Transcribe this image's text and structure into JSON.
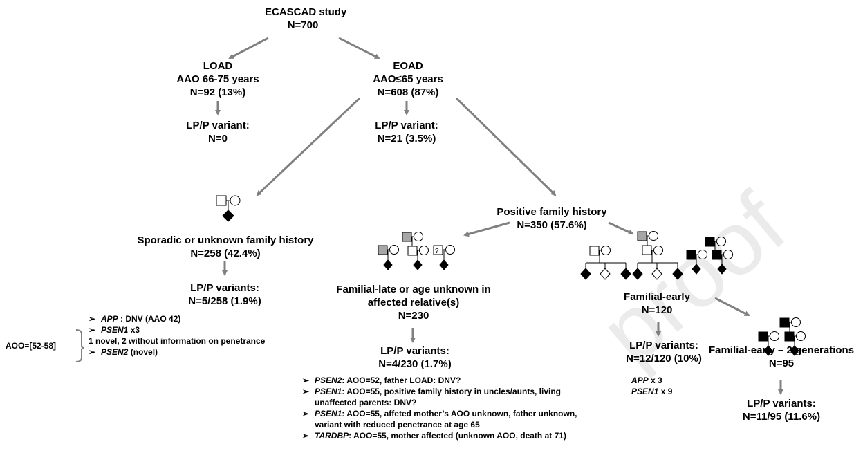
{
  "nodes": {
    "root": {
      "line1": "ECASCAD study",
      "line2": "N=700"
    },
    "load": {
      "line1": "LOAD",
      "line2": "AAO 66-75 years",
      "line3": "N=92 (13%)"
    },
    "load_var": {
      "line1": "LP/P variant:",
      "line2": "N=0"
    },
    "eoad": {
      "line1": "EOAD",
      "line2": "AAO≤65 years",
      "line3": "N=608 (87%)"
    },
    "eoad_var": {
      "line1": "LP/P variant:",
      "line2": "N=21 (3.5%)"
    },
    "sporadic": {
      "line1": "Sporadic or unknown family history",
      "line2": "N=258 (42.4%)"
    },
    "sporadic_var": {
      "line1": "LP/P variants:",
      "line2": "N=5/258 (1.9%)"
    },
    "positive": {
      "line1": "Positive family history",
      "line2": "N=350 (57.6%)"
    },
    "fam_late": {
      "line1": "Familial-late or age unknown in",
      "line2": "affected relative(s)",
      "line3": "N=230"
    },
    "fam_late_var": {
      "line1": "LP/P variants:",
      "line2": "N=4/230 (1.7%)"
    },
    "fam_early": {
      "line1": "Familial-early",
      "line2": "N=120"
    },
    "fam_early_var": {
      "line1": "LP/P variants:",
      "line2": "N=12/120 (10%)"
    },
    "fam_early2": {
      "line1": "Familial-early – 2 generations",
      "line2": "N=95"
    },
    "fam_early2_var": {
      "line1": "LP/P variants:",
      "line2": "N=11/95 (11.6%)"
    }
  },
  "sporadic_notes": {
    "aoo_range": "AOO=[52-58]",
    "app_gene": "APP",
    "app_text": " : DNV (AAO 42)",
    "psen1_gene": "PSEN1",
    "psen1_text": " x3",
    "psen1_detail": "1 novel, 2 without information on penetrance",
    "psen2_gene": "PSEN2",
    "psen2_text": " (novel)"
  },
  "fam_late_notes": [
    {
      "gene": "PSEN2",
      "text": ": AOO=52, father LOAD: DNV?"
    },
    {
      "gene": "PSEN1",
      "text": ": AOO=55, positive family history in uncles/aunts, living",
      "cont": "unaffected parents: DNV?"
    },
    {
      "gene": "PSEN1",
      "text": ": AOO=55, affeted mother’s AOO unknown, father unknown,",
      "cont": "variant with reduced penetrance at age 65"
    },
    {
      "gene": "TARDBP",
      "text": ": AOO=55, mother affected (unknown AOO, death at 71)"
    }
  ],
  "fam_early_notes": [
    {
      "gene": "APP",
      "text": " x 3"
    },
    {
      "gene": "PSEN1",
      "text": " x 9"
    }
  ],
  "pedigree": {
    "unknown_mark": "?"
  },
  "watermark": "proof",
  "colors": {
    "arrow": "#808080",
    "affected": "#000000",
    "grey_affected": "#a6a6a6"
  }
}
